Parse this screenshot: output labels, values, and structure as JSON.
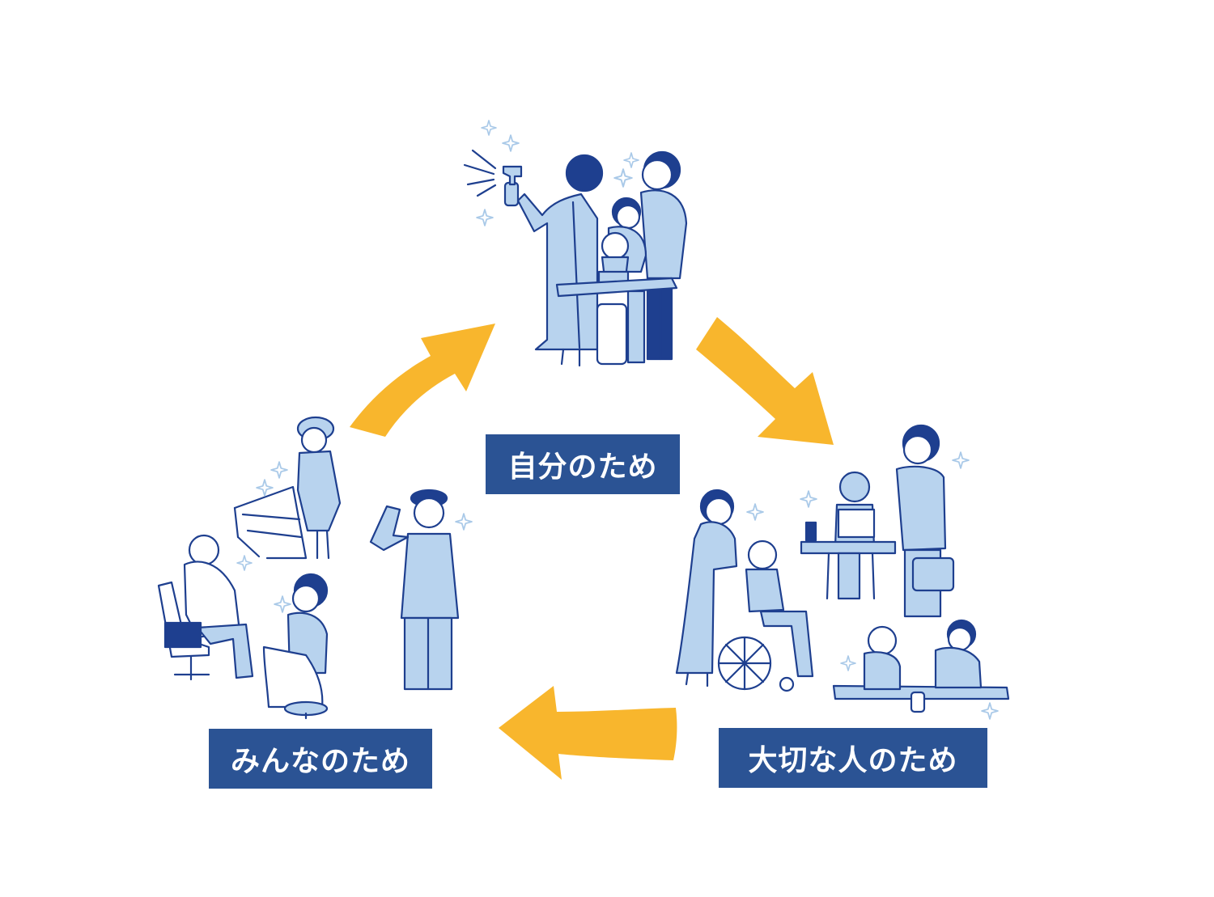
{
  "colors": {
    "label_bg": "#2b5394",
    "label_text": "#ffffff",
    "arrow": "#f8b62d",
    "line": "#1e3f8f",
    "fill_light": "#b8d3ee",
    "sparkle": "#a9c9e8",
    "background": "#ffffff"
  },
  "labels": {
    "self": "自分のため",
    "loved_ones": "大切な人のため",
    "everyone": "みんなのため"
  },
  "scenes": {
    "self": [
      "mother-spraying-disinfectant",
      "father",
      "child",
      "toddler-washing-hands",
      "sink-table"
    ],
    "loved_ones": [
      "caregiver",
      "elderly-person-in-wheelchair",
      "office-worker-at-laptop",
      "businessman-on-phone",
      "children-on-mat",
      "spray-bottle"
    ],
    "everyone": [
      "store-staff-wiping-cart",
      "shopping-cart",
      "doctor-in-chair",
      "nurse-with-patient",
      "saluting-officer"
    ]
  },
  "arrows": [
    "arrow-self-to-loved-ones",
    "arrow-loved-ones-to-everyone",
    "arrow-everyone-to-self"
  ]
}
